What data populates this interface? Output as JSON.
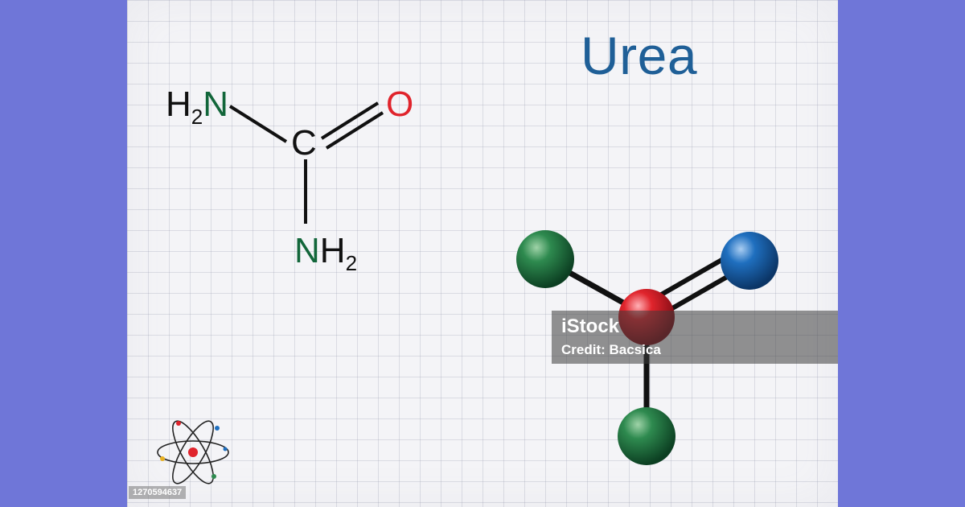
{
  "title": "Urea",
  "structural_formula": {
    "amine_top": {
      "h": "H",
      "sub": "2",
      "n": "N"
    },
    "oxygen": "O",
    "carbon": "C",
    "amine_bottom": {
      "n": "N",
      "h": "H",
      "sub": "2"
    }
  },
  "watermark": {
    "brand": "iStock",
    "credit": "Credit: Bacsica"
  },
  "stock_id": "1270594637",
  "colors": {
    "background": "#6f76d8",
    "title": "#1f5f97",
    "nitrogen": "#12663a",
    "oxygen": "#e0242c",
    "ball_nitrogen": "#1a6b3a",
    "ball_oxygen": "#1b5fa8",
    "ball_carbon": "#d5202d"
  },
  "icons": [
    "atom-icon"
  ]
}
